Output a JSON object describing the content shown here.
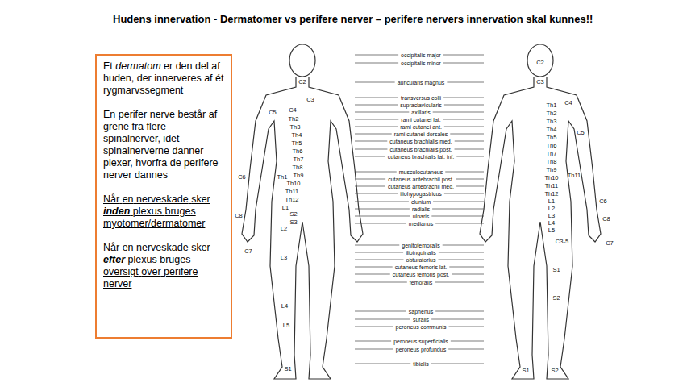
{
  "diagram": {
    "title": "Hudens innervation - Dermatomer vs perifere nerver – perifere nervers innervation skal kunnes!!",
    "nodes": [
      {
        "text": [
          "Et dermatom er den del af huden, der innerveres af ét rygmarvssegment",
          "En perifer nerve består af grene fra flere spinalnerver, idet spinalnerverne danner plexer, hvorfra de perifere nerver dannes",
          "Når en nerveskade sker inden plexus bruges myotomer/dermatomer",
          "Når en nerveskade sker efter plexus bruges oversigt over perifere nerver"
        ]
      }
    ],
    "labels": [
      "occipitalis major",
      "occipitalis minor",
      "auricularis magnus",
      "transversus colli",
      "supraclavicularis",
      "axillaris",
      "rami cutanei lat.",
      "rami cutanei ant.",
      "rami cutanei dorsales",
      "cutaneus brachialis med.",
      "cutaneus brachialis post.",
      "cutaneus brachialis lat. inf.",
      "musculocutaneus",
      "cutaneus antebrachii post.",
      "cutaneus antebrachii med.",
      "iliohypogastricus",
      "clunium",
      "radialis",
      "ulnaris",
      "medianus",
      "genitofemoralis",
      "ilioinguinalis",
      "obturatorius",
      "cutaneus femoris lat.",
      "cutaneus femoris post.",
      "femoralis",
      "saphenus",
      "suralis",
      "peroneus communis",
      "peroneus superficialis",
      "peroneus profundus",
      "tibialis",
      "C2",
      "C3",
      "C4",
      "C5",
      "Th2",
      "Th3",
      "Th4",
      "Th5",
      "Th6",
      "Th7",
      "Th8",
      "Th9",
      "Th10",
      "Th11",
      "Th12",
      "L1",
      "S2",
      "S3",
      "L2",
      "C6",
      "Th1",
      "C8",
      "C7",
      "L3",
      "L4",
      "L5",
      "S1",
      "C2",
      "C3",
      "C4",
      "Th1",
      "C5",
      "Th2",
      "Th3",
      "Th4",
      "Th5",
      "Th6",
      "Th7",
      "Th8",
      "Th9",
      "Th10",
      "Th11",
      "Th12",
      "Th11",
      "L1",
      "L2",
      "L3",
      "L4",
      "L5",
      "C6",
      "C8",
      "C7",
      "C3-5",
      "S1",
      "S2",
      "S1",
      "S2"
    ]
  }
}
